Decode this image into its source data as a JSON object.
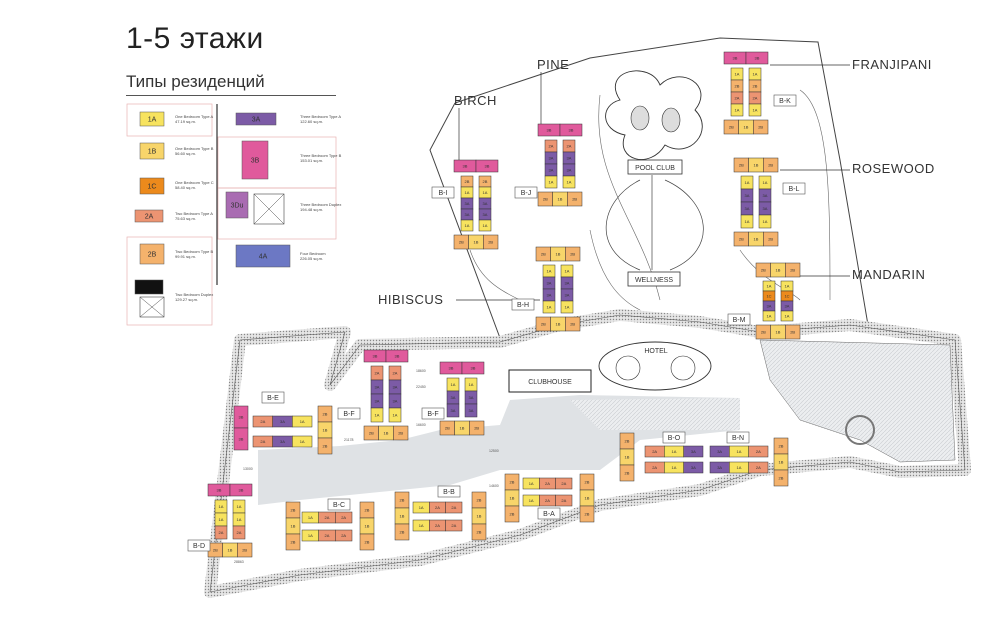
{
  "title": "1-5 этажи",
  "legend": {
    "title": "Типы резиденций",
    "items": [
      {
        "code": "1A",
        "name": "One Bedroom Type A",
        "area": "47.19 sq.m."
      },
      {
        "code": "1B",
        "name": "One Bedroom Type B",
        "area": "56.60 sq.m."
      },
      {
        "code": "1C",
        "name": "One Bedroom Type C",
        "area": "58.40 sq.m."
      },
      {
        "code": "2A",
        "name": "Two Bedroom Type A",
        "area": "75.63 sq.m."
      },
      {
        "code": "2B",
        "name": "Two Bedroom Type B",
        "area": "99.91 sq.m."
      },
      {
        "code": "",
        "name": "Two Bedroom Duplex",
        "area": "129.27 sq.m."
      },
      {
        "code": "3A",
        "name": "Three Bedroom Type A",
        "area": "122.60 sq.m."
      },
      {
        "code": "3B",
        "name": "Three Bedroom Type B",
        "area": "153.01 sq.m."
      },
      {
        "code": "3Du",
        "name": "Three Bedroom Duplex",
        "area": "194.48 sq.m."
      },
      {
        "code": "4A",
        "name": "Four Bedroom",
        "area": "226.05 sq.m."
      }
    ]
  },
  "colors": {
    "1A": "#f7e35f",
    "1B": "#f8d56a",
    "1C": "#ec8a1c",
    "2A": "#ec9472",
    "2B": "#f4b26c",
    "3A": "#7c5ba6",
    "3B": "#e05a9c",
    "3Du": "#a96cb2",
    "4A": "#6c78c4",
    "2D": "#111111",
    "plaza": "#dfe2e5",
    "road": "#b8b8b8"
  },
  "zones": {
    "birch": "BIRCH",
    "pine": "PINE",
    "franjipani": "FRANJIPANI",
    "rosewood": "ROSEWOOD",
    "mandarin": "MANDARIN",
    "hibiscus": "HIBISCUS"
  },
  "facilities": {
    "pool_club": "POOL CLUB",
    "wellness": "WELLNESS",
    "hotel": "HOTEL",
    "clubhouse": "CLUBHOUSE"
  },
  "buildings": [
    {
      "label": "B-I",
      "top": [
        "3B",
        "3B"
      ],
      "left": [
        "2B",
        "1A",
        "3A",
        "3A",
        "1A"
      ],
      "right": [
        "2B",
        "1A",
        "3A",
        "3A",
        "1A"
      ],
      "bottom": [
        "2B",
        "1B",
        "2B"
      ]
    },
    {
      "label": "B-J",
      "top": [
        "3B",
        "3B"
      ],
      "left": [
        "2A",
        "3A",
        "3A",
        "1A"
      ],
      "right": [
        "2A",
        "3A",
        "3A",
        "1A"
      ],
      "bottom": [
        "2B",
        "1B",
        "2B"
      ]
    },
    {
      "label": "B-H",
      "top": [
        "2B",
        "1B",
        "2B"
      ],
      "left": [
        "1A",
        "3A",
        "3A",
        "1A"
      ],
      "right": [
        "1A",
        "3A",
        "3A",
        "1A"
      ],
      "bottom": [
        "2B",
        "1B",
        "2B"
      ]
    },
    {
      "label": "B-K",
      "top": [
        "3B",
        "3B"
      ],
      "left": [
        "1A",
        "2B",
        "2A",
        "1A"
      ],
      "right": [
        "1A",
        "2B",
        "2A",
        "1A"
      ],
      "bottom": [
        "2B",
        "1B",
        "2B"
      ]
    },
    {
      "label": "B-L",
      "top": [
        "2B",
        "1B",
        "2B"
      ],
      "left": [
        "1A",
        "3A",
        "3A",
        "1A"
      ],
      "right": [
        "1A",
        "3A",
        "3A",
        "1A"
      ],
      "bottom": [
        "2B",
        "1B",
        "2B"
      ]
    },
    {
      "label": "B-M",
      "top": [
        "2B",
        "1B",
        "2B"
      ],
      "left": [
        "1A",
        "1C",
        "3A",
        "1A"
      ],
      "right": [
        "1A",
        "1C",
        "3A",
        "1A"
      ],
      "bottom": [
        "2B",
        "1B",
        "2B"
      ]
    },
    {
      "label": "B-F",
      "top": [
        "3B",
        "3B"
      ],
      "left": [
        "2A",
        "3A",
        "3A",
        "1A"
      ],
      "right": [
        "2A",
        "3A",
        "3A",
        "1A"
      ],
      "bottom": [
        "2B",
        "1B",
        "2B"
      ]
    },
    {
      "label": "B-F",
      "top": [
        "3B",
        "3B"
      ],
      "left": [
        "1A",
        "3A",
        "3A"
      ],
      "right": [
        "1A",
        "3A",
        "3A"
      ],
      "bottom": [
        "2B",
        "1B",
        "2B"
      ]
    },
    {
      "label": "B-D",
      "top": [
        "3B",
        "3B"
      ],
      "left": [
        "1A",
        "1A",
        "2A"
      ],
      "right": [
        "1A",
        "1A",
        "2A"
      ],
      "bottom": [
        "2B",
        "1B",
        "2B"
      ]
    },
    {
      "label": "B-E",
      "lcol": [
        "3B",
        "3B"
      ],
      "row1": [
        "2A",
        "3A",
        "1A"
      ],
      "row2": [
        "2A",
        "3A",
        "1A"
      ],
      "rcol": [
        "2B",
        "1B",
        "2B"
      ]
    },
    {
      "label": "B-C",
      "lcol": [
        "2B",
        "1B",
        "2B"
      ],
      "row1": [
        "1A",
        "2A",
        "2A"
      ],
      "row2": [
        "1A",
        "2A",
        "2A"
      ],
      "rcol": [
        "2B",
        "1B",
        "2B"
      ]
    },
    {
      "label": "B-B",
      "lcol": [
        "2B",
        "1B",
        "2B"
      ],
      "row1": [
        "1A",
        "2A",
        "2A"
      ],
      "row2": [
        "1A",
        "2A",
        "2A"
      ],
      "rcol": [
        "2B",
        "1B",
        "2B"
      ]
    },
    {
      "label": "B-A",
      "lcol": [
        "2B",
        "1B",
        "2B"
      ],
      "row1": [
        "1A",
        "2A",
        "2A"
      ],
      "row2": [
        "1A",
        "2A",
        "2A"
      ],
      "rcol": [
        "2B",
        "1B",
        "2B"
      ]
    },
    {
      "label": "B-O",
      "lcol": [
        "2B",
        "1B",
        "2B"
      ],
      "row1": [
        "2A",
        "1A",
        "3A"
      ],
      "row2": [
        "2A",
        "1A",
        "3A"
      ],
      "rcol": []
    },
    {
      "label": "B-N",
      "lcol": [],
      "row1": [
        "3A",
        "1A",
        "2A"
      ],
      "row2": [
        "3A",
        "1A",
        "2A"
      ],
      "rcol": [
        "2B",
        "1B",
        "2B"
      ]
    }
  ],
  "dimensions": [
    "18600",
    "22450",
    "16600",
    "21178",
    "28863",
    "14600",
    "13000",
    "12500"
  ]
}
